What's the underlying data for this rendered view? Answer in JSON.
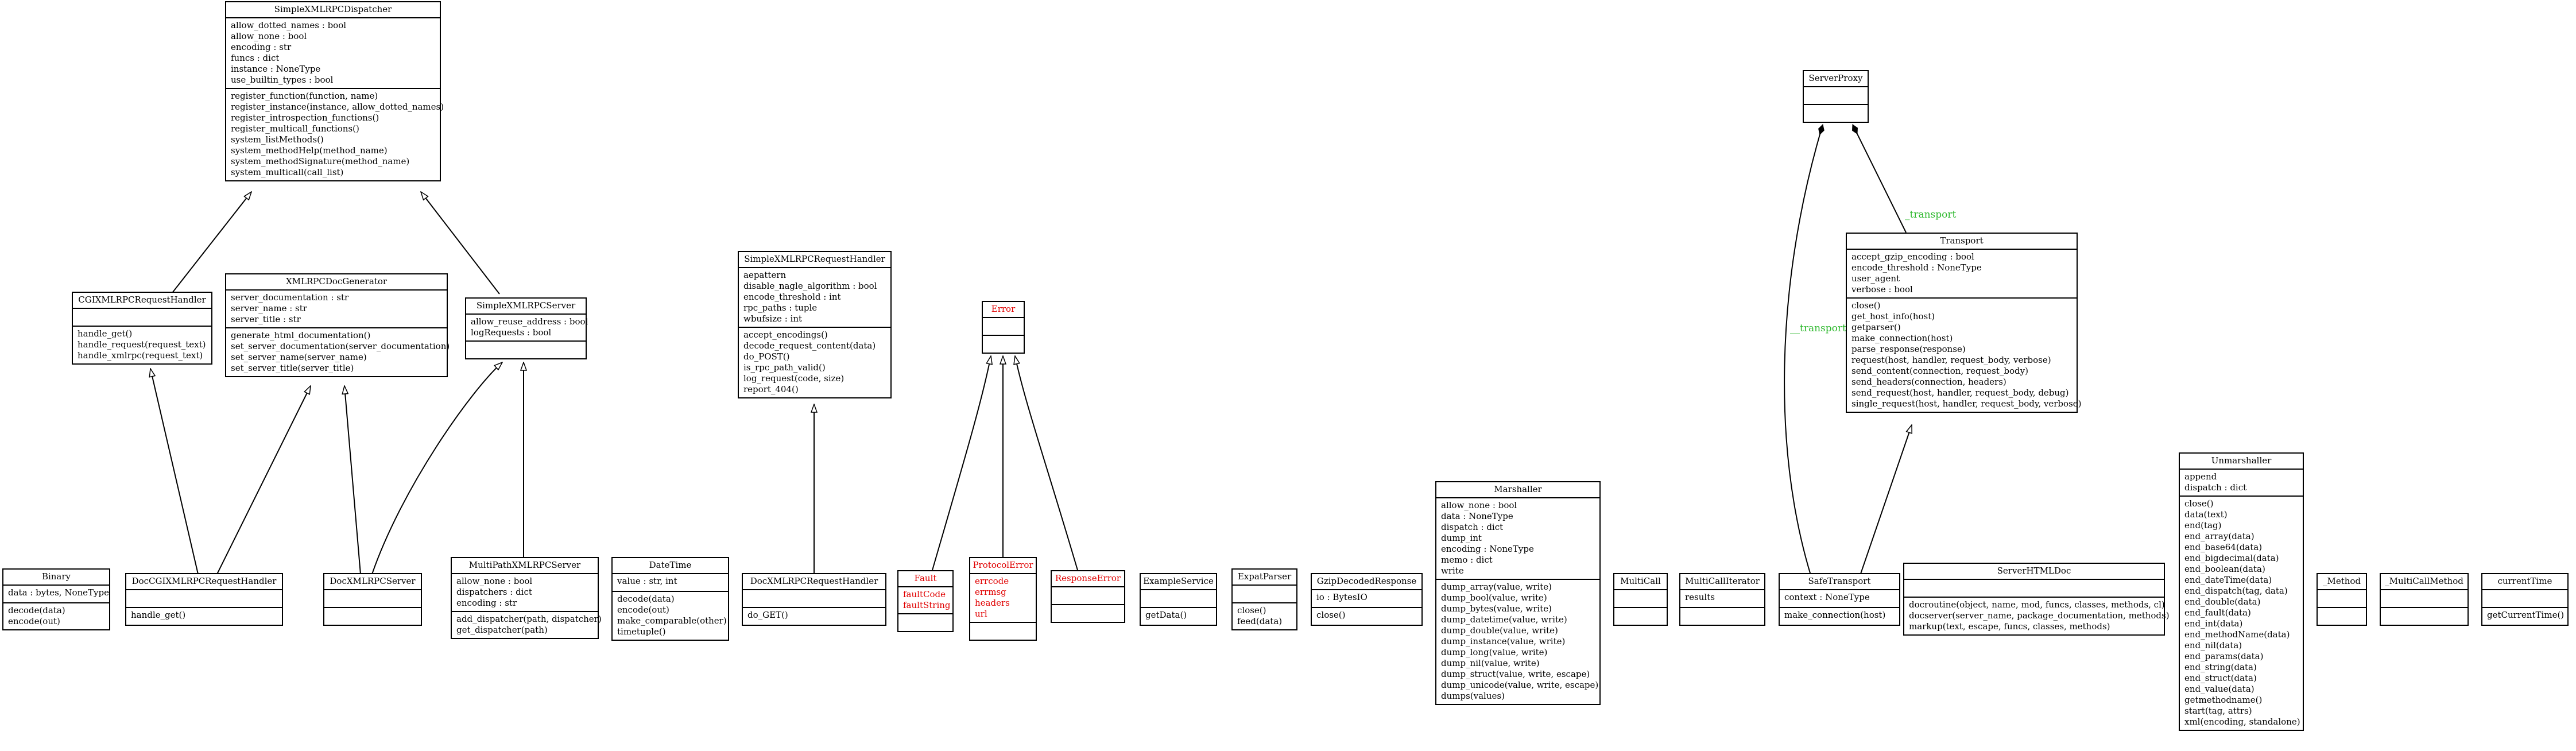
{
  "colors": {
    "line": "#000000",
    "exception": "#e00000",
    "edge_label": "#2db82d"
  },
  "classes": [
    {
      "id": "SimpleXMLRPCDispatcher",
      "name": "SimpleXMLRPCDispatcher",
      "attributes": [
        "allow_dotted_names : bool",
        "allow_none : bool",
        "encoding : str",
        "funcs : dict",
        "instance : NoneType",
        "use_builtin_types : bool"
      ],
      "methods": [
        "register_function(function, name)",
        "register_instance(instance, allow_dotted_names)",
        "register_introspection_functions()",
        "register_multicall_functions()",
        "system_listMethods()",
        "system_methodHelp(method_name)",
        "system_methodSignature(method_name)",
        "system_multicall(call_list)"
      ]
    },
    {
      "id": "CGIXMLRPCRequestHandler",
      "name": "CGIXMLRPCRequestHandler",
      "attributes": [],
      "methods": [
        "handle_get()",
        "handle_request(request_text)",
        "handle_xmlrpc(request_text)"
      ]
    },
    {
      "id": "XMLRPCDocGenerator",
      "name": "XMLRPCDocGenerator",
      "attributes": [
        "server_documentation : str",
        "server_name : str",
        "server_title : str"
      ],
      "methods": [
        "generate_html_documentation()",
        "set_server_documentation(server_documentation)",
        "set_server_name(server_name)",
        "set_server_title(server_title)"
      ]
    },
    {
      "id": "SimpleXMLRPCServer",
      "name": "SimpleXMLRPCServer",
      "attributes": [
        "allow_reuse_address : bool",
        "logRequests : bool"
      ],
      "methods": []
    },
    {
      "id": "SimpleXMLRPCRequestHandler",
      "name": "SimpleXMLRPCRequestHandler",
      "attributes": [
        "aepattern",
        "disable_nagle_algorithm : bool",
        "encode_threshold : int",
        "rpc_paths : tuple",
        "wbufsize : int"
      ],
      "methods": [
        "accept_encodings()",
        "decode_request_content(data)",
        "do_POST()",
        "is_rpc_path_valid()",
        "log_request(code, size)",
        "report_404()"
      ]
    },
    {
      "id": "Error",
      "name": "Error",
      "exception": true,
      "attributes": [],
      "methods": []
    },
    {
      "id": "ServerProxy",
      "name": "ServerProxy",
      "attributes": [],
      "methods": []
    },
    {
      "id": "Transport",
      "name": "Transport",
      "attributes": [
        "accept_gzip_encoding : bool",
        "encode_threshold : NoneType",
        "user_agent",
        "verbose : bool"
      ],
      "methods": [
        "close()",
        "get_host_info(host)",
        "getparser()",
        "make_connection(host)",
        "parse_response(response)",
        "request(host, handler, request_body, verbose)",
        "send_content(connection, request_body)",
        "send_headers(connection, headers)",
        "send_request(host, handler, request_body, debug)",
        "single_request(host, handler, request_body, verbose)"
      ]
    },
    {
      "id": "Binary",
      "name": "Binary",
      "attributes": [
        "data : bytes, NoneType"
      ],
      "methods": [
        "decode(data)",
        "encode(out)"
      ]
    },
    {
      "id": "DocCGIXMLRPCRequestHandler",
      "name": "DocCGIXMLRPCRequestHandler",
      "attributes": [],
      "methods": [
        "handle_get()"
      ]
    },
    {
      "id": "DocXMLRPCServer",
      "name": "DocXMLRPCServer",
      "attributes": [],
      "methods": []
    },
    {
      "id": "MultiPathXMLRPCServer",
      "name": "MultiPathXMLRPCServer",
      "attributes": [
        "allow_none : bool",
        "dispatchers : dict",
        "encoding : str"
      ],
      "methods": [
        "add_dispatcher(path, dispatcher)",
        "get_dispatcher(path)"
      ]
    },
    {
      "id": "DateTime",
      "name": "DateTime",
      "attributes": [
        "value : str, int"
      ],
      "methods": [
        "decode(data)",
        "encode(out)",
        "make_comparable(other)",
        "timetuple()"
      ]
    },
    {
      "id": "DocXMLRPCRequestHandler",
      "name": "DocXMLRPCRequestHandler",
      "attributes": [],
      "methods": [
        "do_GET()"
      ]
    },
    {
      "id": "Fault",
      "name": "Fault",
      "exception": true,
      "attributes": [
        "faultCode",
        "faultString"
      ],
      "methods": []
    },
    {
      "id": "ProtocolError",
      "name": "ProtocolError",
      "exception": true,
      "attributes": [
        "errcode",
        "errmsg",
        "headers",
        "url"
      ],
      "methods": []
    },
    {
      "id": "ResponseError",
      "name": "ResponseError",
      "exception": true,
      "attributes": [],
      "methods": []
    },
    {
      "id": "ExampleService",
      "name": "ExampleService",
      "attributes": [],
      "methods": [
        "getData()"
      ]
    },
    {
      "id": "ExpatParser",
      "name": "ExpatParser",
      "attributes": [],
      "methods": [
        "close()",
        "feed(data)"
      ]
    },
    {
      "id": "GzipDecodedResponse",
      "name": "GzipDecodedResponse",
      "attributes": [
        "io : BytesIO"
      ],
      "methods": [
        "close()"
      ]
    },
    {
      "id": "Marshaller",
      "name": "Marshaller",
      "attributes": [
        "allow_none : bool",
        "data : NoneType",
        "dispatch : dict",
        "dump_int",
        "encoding : NoneType",
        "memo : dict",
        "write"
      ],
      "methods": [
        "dump_array(value, write)",
        "dump_bool(value, write)",
        "dump_bytes(value, write)",
        "dump_datetime(value, write)",
        "dump_double(value, write)",
        "dump_instance(value, write)",
        "dump_long(value, write)",
        "dump_nil(value, write)",
        "dump_struct(value, write, escape)",
        "dump_unicode(value, write, escape)",
        "dumps(values)"
      ]
    },
    {
      "id": "MultiCall",
      "name": "MultiCall",
      "attributes": [],
      "methods": []
    },
    {
      "id": "MultiCallIterator",
      "name": "MultiCallIterator",
      "attributes": [
        "results"
      ],
      "methods": []
    },
    {
      "id": "SafeTransport",
      "name": "SafeTransport",
      "attributes": [
        "context : NoneType"
      ],
      "methods": [
        "make_connection(host)"
      ]
    },
    {
      "id": "ServerHTMLDoc",
      "name": "ServerHTMLDoc",
      "attributes": [],
      "methods": [
        "docroutine(object, name, mod, funcs, classes, methods, cl)",
        "docserver(server_name, package_documentation, methods)",
        "markup(text, escape, funcs, classes, methods)"
      ]
    },
    {
      "id": "Unmarshaller",
      "name": "Unmarshaller",
      "attributes": [
        "append",
        "dispatch : dict"
      ],
      "methods": [
        "close()",
        "data(text)",
        "end(tag)",
        "end_array(data)",
        "end_base64(data)",
        "end_bigdecimal(data)",
        "end_boolean(data)",
        "end_dateTime(data)",
        "end_dispatch(tag, data)",
        "end_double(data)",
        "end_fault(data)",
        "end_int(data)",
        "end_methodName(data)",
        "end_nil(data)",
        "end_params(data)",
        "end_string(data)",
        "end_struct(data)",
        "end_value(data)",
        "getmethodname()",
        "start(tag, attrs)",
        "xml(encoding, standalone)"
      ]
    },
    {
      "id": "_Method",
      "name": "_Method",
      "attributes": [],
      "methods": []
    },
    {
      "id": "_MultiCallMethod",
      "name": "_MultiCallMethod",
      "attributes": [],
      "methods": []
    },
    {
      "id": "currentTime",
      "name": "currentTime",
      "attributes": [],
      "methods": [
        "getCurrentTime()"
      ]
    }
  ],
  "edge_labels": [
    "_transport",
    "__transport"
  ]
}
